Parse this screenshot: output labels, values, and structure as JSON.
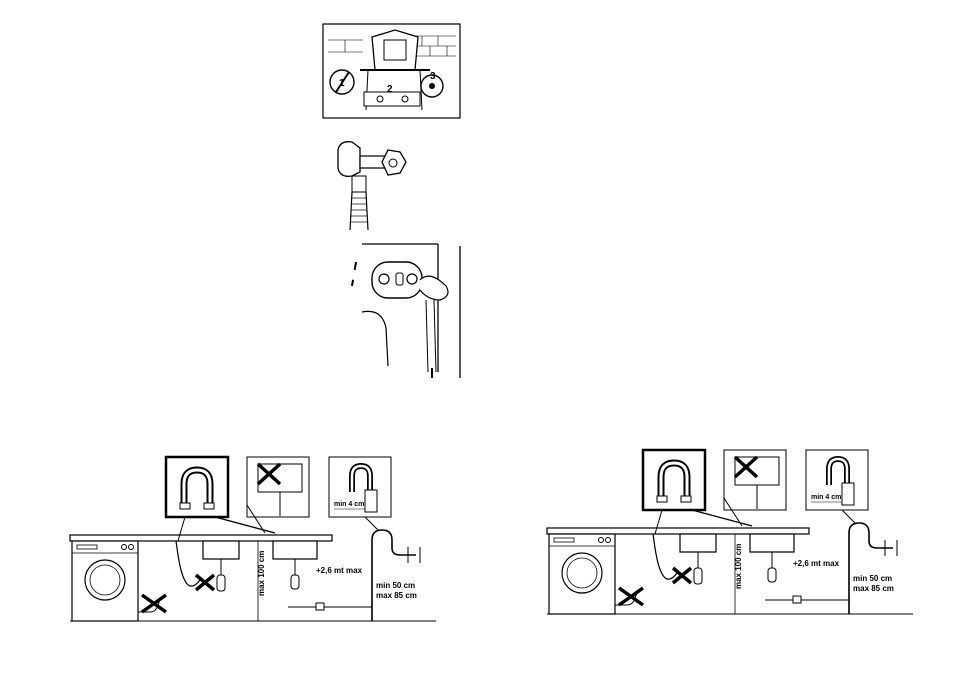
{
  "top_panel": {
    "step_1": "1",
    "step_2": "2",
    "step_3": "3"
  },
  "drain_diagram": {
    "min_4_cm": "min 4 cm",
    "max_100_cm": "max 100 cm",
    "max_2_6_m": "+2,6 mt max",
    "min_50_cm": "min 50 cm",
    "max_85_cm": "max 85 cm"
  },
  "colors": {
    "line": "#000000",
    "background": "#ffffff"
  }
}
